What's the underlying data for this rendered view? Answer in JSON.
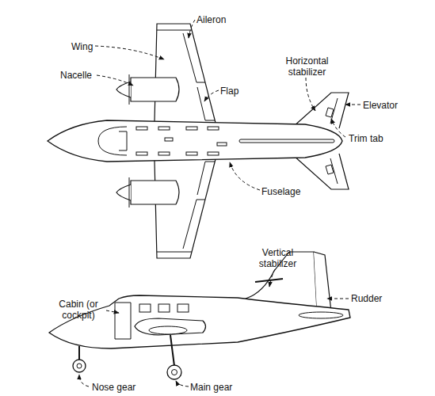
{
  "diagram": {
    "labels": [
      "Aileron",
      "Wing",
      "Nacelle",
      "Horizontal stabilizer",
      "Flap",
      "Elevator",
      "Trim tab",
      "Fuselage",
      "Vertical stabilizer",
      "Cabin (or cockpit)",
      "Rudder",
      "Nose gear",
      "Main gear"
    ]
  }
}
